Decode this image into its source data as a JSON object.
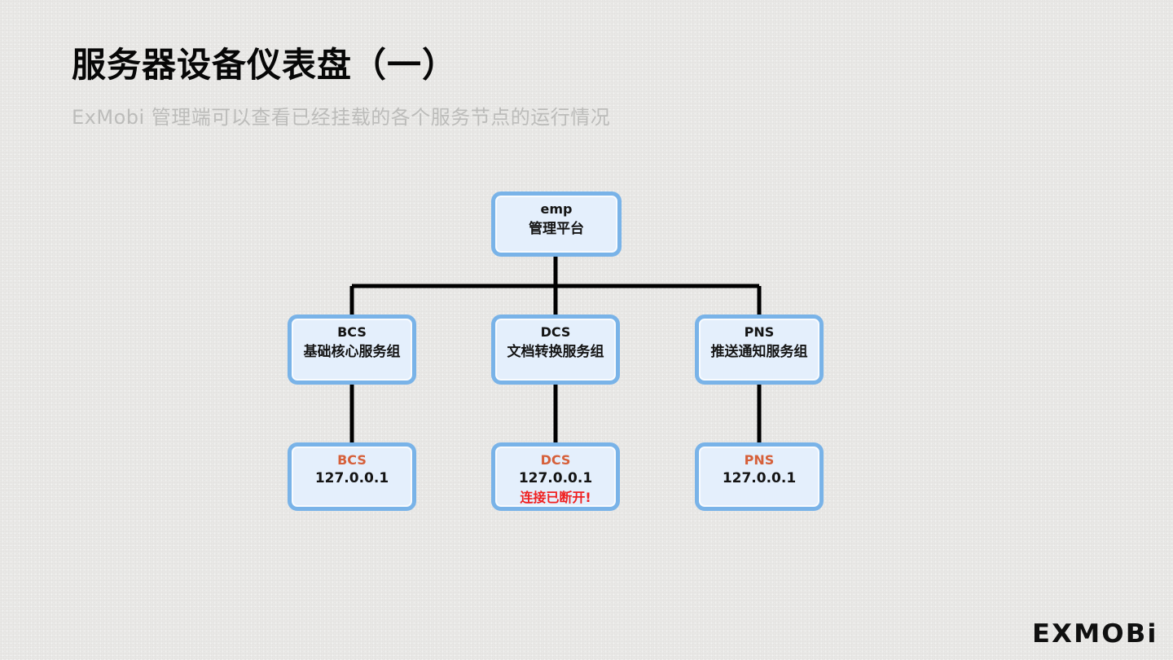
{
  "slide": {
    "title": "服务器设备仪表盘（一）",
    "subtitle": "ExMobi 管理端可以查看已经挂载的各个服务节点的运行情况"
  },
  "diagram": {
    "root": {
      "code": "emp",
      "label": "管理平台"
    },
    "groups": [
      {
        "code": "BCS",
        "label": "基础核心服务组"
      },
      {
        "code": "DCS",
        "label": "文档转换服务组"
      },
      {
        "code": "PNS",
        "label": "推送通知服务组"
      }
    ],
    "servers": [
      {
        "code": "BCS",
        "ip": "127.0.0.1",
        "status": ""
      },
      {
        "code": "DCS",
        "ip": "127.0.0.1",
        "status": "连接已断开!"
      },
      {
        "code": "PNS",
        "ip": "127.0.0.1",
        "status": ""
      }
    ]
  },
  "colors": {
    "background": "#e9e8e6",
    "node_border": "#79b3e8",
    "node_fill": "#e4effc",
    "server_code_text": "#d6603a",
    "status_error_text": "#f02020",
    "connector": "#000000",
    "title_text": "#070707",
    "subtitle_text": "#bcbcba"
  },
  "logo": {
    "text": "EXMOBi"
  }
}
